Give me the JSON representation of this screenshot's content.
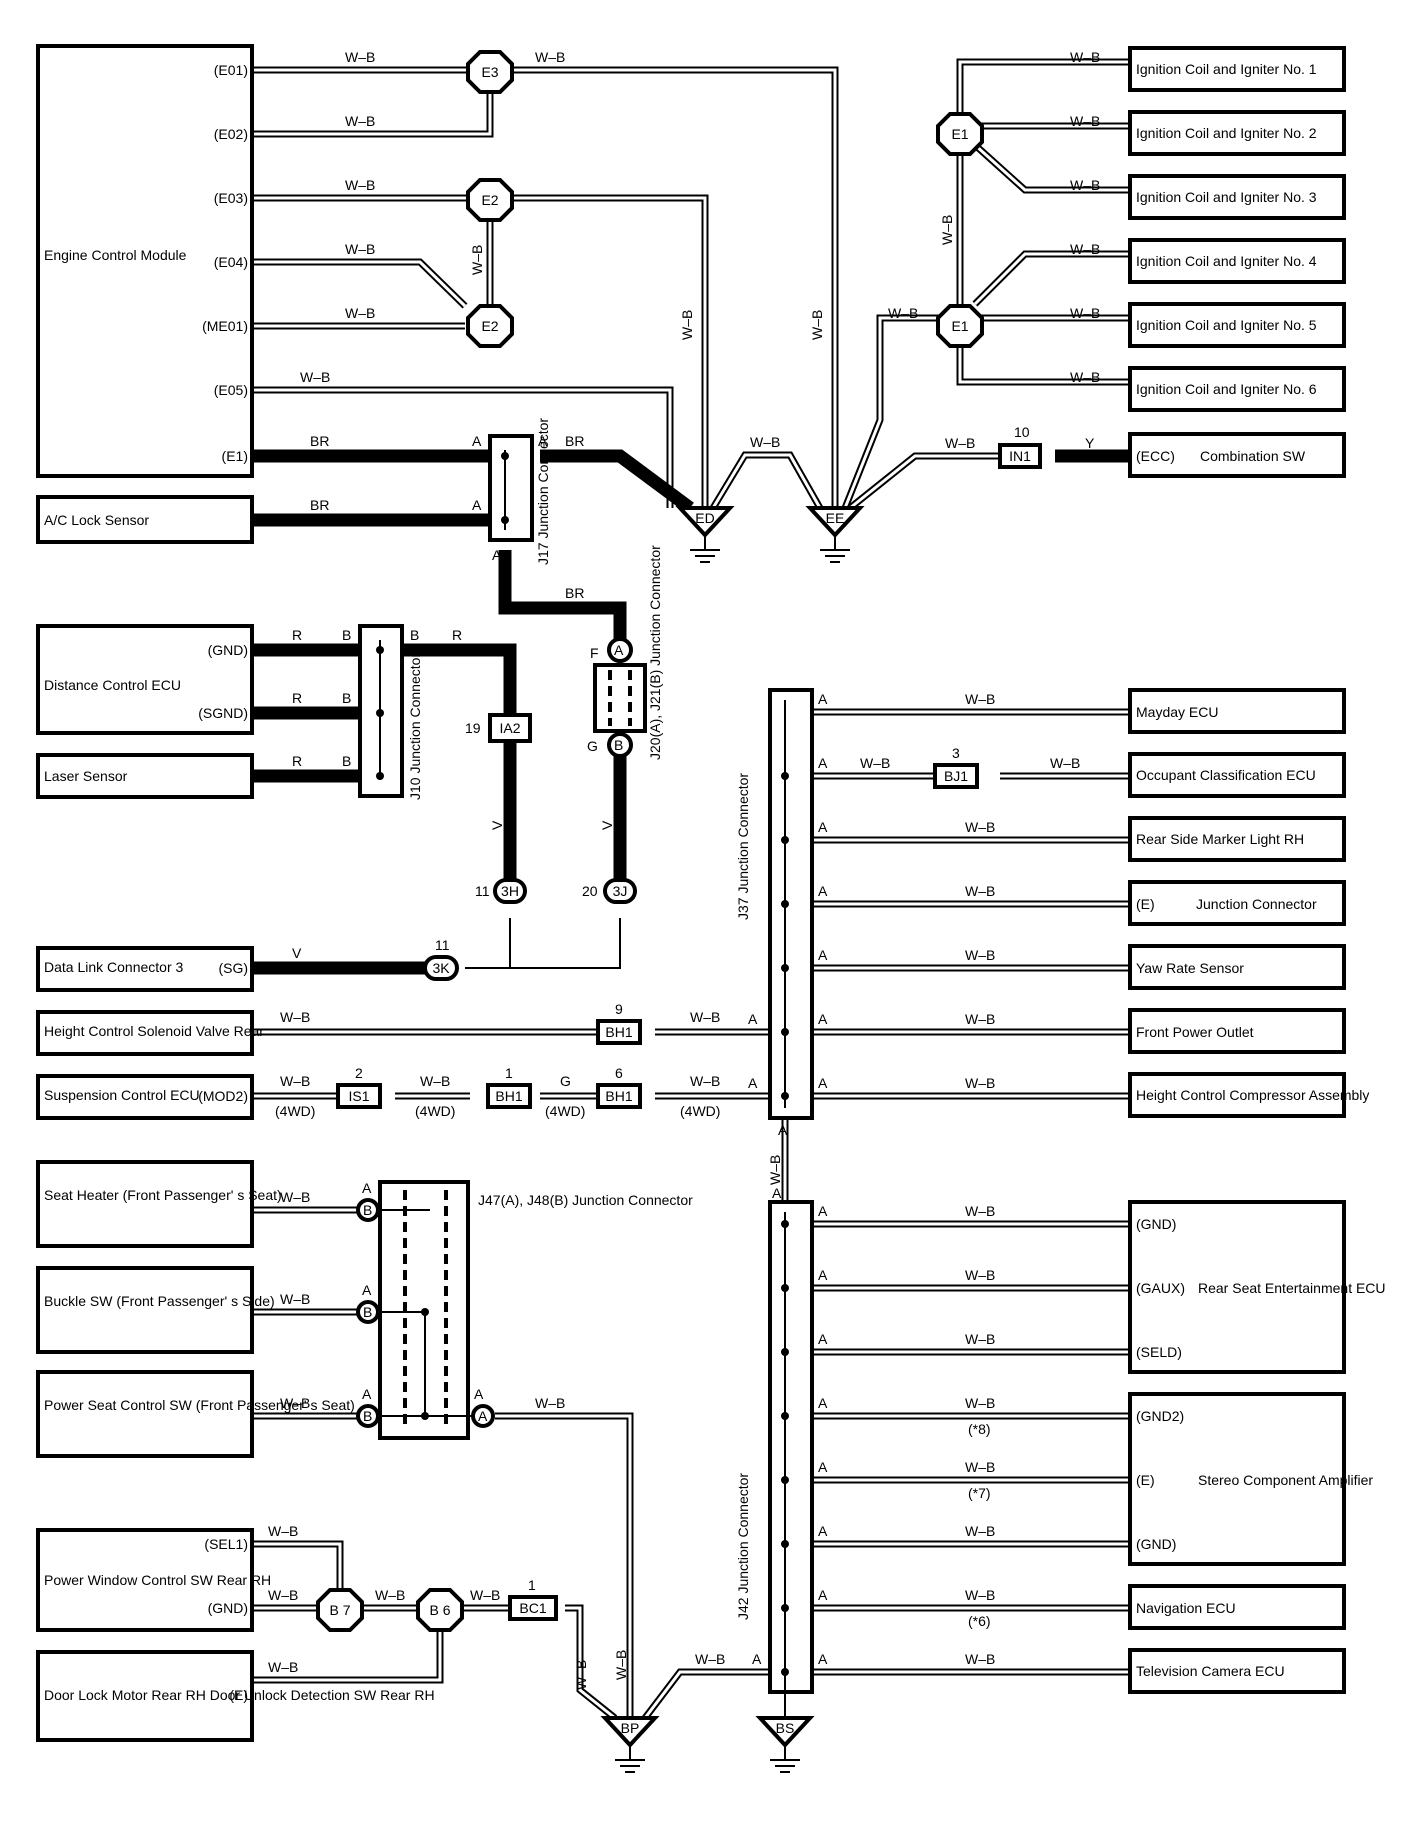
{
  "components": {
    "ecm": "Engine Control Module",
    "ac_lock": "A/C Lock Sensor",
    "distance_ecu": "Distance Control ECU",
    "laser": "Laser Sensor",
    "dlc3": "Data Link Connector 3",
    "height_valve": "Height Control Solenoid Valve Rear",
    "suspension": "Suspension Control ECU",
    "seat_heater": "Seat Heater (Front Passenger' s Seat)",
    "buckle": "Buckle SW (Front Passenger' s Side)",
    "power_seat": "Power Seat Control SW (Front Passenger' s Seat)",
    "power_window": "Power Window Control SW Rear RH",
    "door_lock": "Door Lock Motor Rear RH Door Unlock Detection SW Rear RH",
    "coil1": "Ignition Coil and Igniter No. 1",
    "coil2": "Ignition Coil and Igniter No. 2",
    "coil3": "Ignition Coil and Igniter No. 3",
    "coil4": "Ignition Coil and Igniter No. 4",
    "coil5": "Ignition Coil and Igniter No. 5",
    "coil6": "Ignition Coil and Igniter No. 6",
    "combination": "Combination SW",
    "mayday": "Mayday ECU",
    "occupant": "Occupant Classification ECU",
    "rear_marker": "Rear Side Marker Light RH",
    "junction_conn": "Junction Connector",
    "yaw": "Yaw Rate Sensor",
    "front_outlet": "Front Power Outlet",
    "height_comp": "Height Control Compressor Assembly",
    "rse": "Rear Seat Entertainment ECU",
    "stereo": "Stereo Component Amplifier",
    "navigation": "Navigation ECU",
    "tv_camera": "Television Camera ECU"
  },
  "pins": {
    "e01": "(E01)",
    "e02": "(E02)",
    "e03": "(E03)",
    "e04": "(E04)",
    "me01": "(ME01)",
    "e05": "(E05)",
    "e1": "(E1)",
    "gnd": "(GND)",
    "sgnd": "(SGND)",
    "sg": "(SG)",
    "mod2": "(MOD2)",
    "sel1": "(SEL1)",
    "e": "(E)",
    "ecc": "(ECC)",
    "gaux": "(GAUX)",
    "seld": "(SELD)",
    "gnd2": "(GND2)"
  },
  "junction_labels": {
    "j17": "J17 Junction Connector",
    "j10": "J10 Junction Connector",
    "j20": "J20(A), J21(B) Junction Connector",
    "j37": "J37 Junction Connector",
    "j42": "J42 Junction Connector",
    "j47": "J47(A), J48(B) Junction Connector"
  },
  "connectors": {
    "e3": "E3",
    "e2": "E2",
    "e1": "E1",
    "b7": "B 7",
    "b6": "B 6",
    "ia2": "IA2",
    "h3": "3H",
    "j3": "3J",
    "k3": "3K",
    "in1": "IN1",
    "bj1": "BJ1",
    "bh1": "BH1",
    "is1": "IS1",
    "bc1": "BC1"
  },
  "grounds": {
    "ed": "ED",
    "ee": "EE",
    "bp": "BP",
    "bs": "BS"
  },
  "wire_colors": {
    "wb": "W–B",
    "br": "BR",
    "r": "R",
    "b": "B",
    "v": "V",
    "y": "Y",
    "g": "G"
  },
  "pin_letters": {
    "a": "A",
    "b": "B",
    "f": "F",
    "g": "G"
  },
  "pin_numbers": {
    "n10": "10",
    "n3": "3",
    "n19": "19",
    "n11": "11",
    "n20": "20",
    "n9": "9",
    "n2": "2",
    "n1": "1",
    "n6": "6"
  },
  "notes": {
    "fwd": "(4WD)",
    "n8": "(*8)",
    "n7": "(*7)",
    "n6": "(*6)"
  }
}
